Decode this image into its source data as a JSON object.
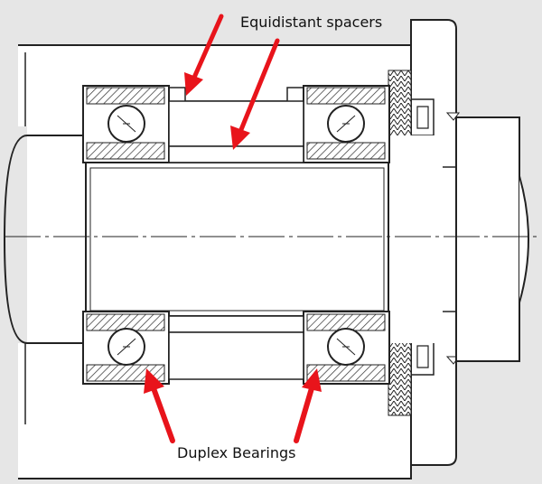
{
  "labels": {
    "top": "Equidistant spacers",
    "bottom": "Duplex Bearings"
  },
  "colors": {
    "background": "#e6e6e6",
    "line": "#222222",
    "arrow": "#e8141b",
    "hatch": "#333333"
  },
  "icons": {
    "arrow": "red-pointer-arrow",
    "ball": "ball-bearing-element"
  }
}
